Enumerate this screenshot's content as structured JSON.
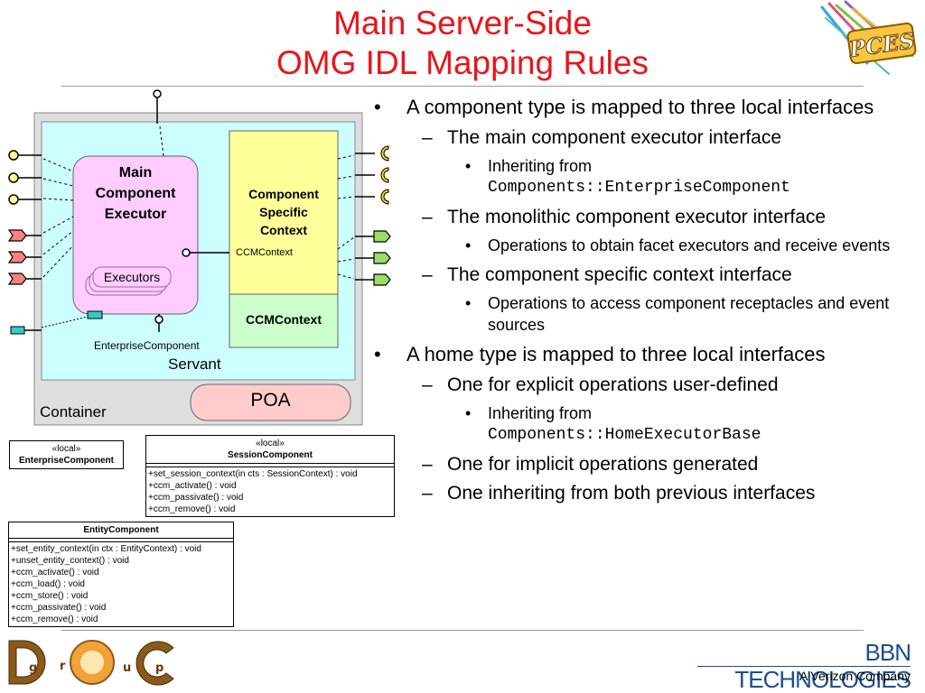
{
  "title": {
    "line1": "Main Server-Side",
    "line2": "OMG IDL Mapping Rules"
  },
  "diagram": {
    "main_executor": [
      "Main",
      "Component",
      "Executor"
    ],
    "executors": "Executors",
    "context_box": [
      "Component",
      "Specific",
      "Context"
    ],
    "ccmcontext_small": "CCMContext",
    "ccmcontext_box": "CCMContext",
    "enterprise_component": "EnterpriseComponent",
    "servant": "Servant",
    "poa": "POA",
    "container": "Container",
    "colors": {
      "servant_bg": "#ccffff",
      "main_executor_bg": "#ffccff",
      "context_bg": "#ffff99",
      "ccmcontext_bg": "#ccffcc",
      "poa_bg": "#ffcccc",
      "facet_yellow": "#ffff99",
      "receptacle_yellow": "#f2d900",
      "event_source_pink": "#ff8080",
      "event_sink_green": "#99dd66",
      "cyan_port": "#33cccc",
      "container_bg": "#dedede"
    }
  },
  "uml": {
    "enterprise": {
      "stereotype": "«local»",
      "name": "EnterpriseComponent"
    },
    "session": {
      "stereotype": "«local»",
      "name": "SessionComponent",
      "ops": [
        "+set_session_context(in cts : SessionContext) : void",
        "+ccm_activate() : void",
        "+ccm_passivate() : void",
        "+ccm_remove() : void"
      ]
    },
    "entity": {
      "name": "EntityComponent",
      "ops": [
        "+set_entity_context(in ctx : EntityContext) : void",
        "+unset_entity_context() : void",
        "+ccm_activate() : void",
        "+ccm_load() : void",
        "+ccm_store() : void",
        "+ccm_passivate() : void",
        "+ccm_remove() : void"
      ]
    }
  },
  "bullets": {
    "b1": "A component type is mapped to three local interfaces",
    "b1_1": "The main component executor interface",
    "b1_1_1_text": "Inheriting from",
    "b1_1_1_code": "Components::EnterpriseComponent",
    "b1_2": "The monolithic component executor interface",
    "b1_2_1": "Operations to obtain facet executors and receive events",
    "b1_3": "The component specific context interface",
    "b1_3_1": "Operations to access component receptacles and event sources",
    "b2": "A home type is mapped to three local interfaces",
    "b2_1": "One for explicit operations user-defined",
    "b2_1_1_text": "Inheriting from",
    "b2_1_1_code": "Components::HomeExecutorBase",
    "b2_2": "One for implicit operations generated",
    "b2_3": "One inheriting from both previous interfaces"
  },
  "footer": {
    "doc_letters": [
      "g",
      "r",
      "u",
      "p"
    ],
    "bbn": "BBN TECHNOLOGIES",
    "verizon": "A Verizon Company",
    "pces": "PCES"
  }
}
